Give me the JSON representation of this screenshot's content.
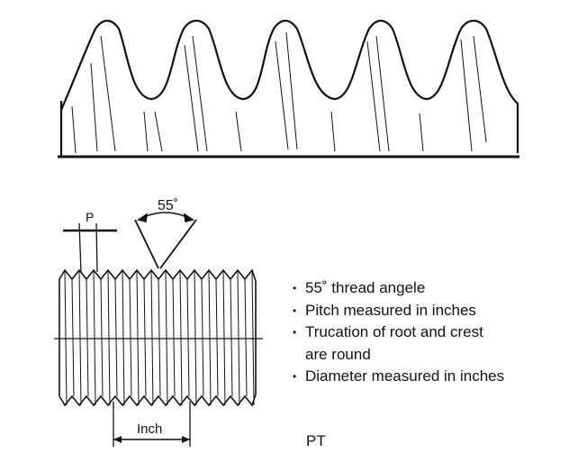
{
  "labels": {
    "pitch": "P",
    "angle": "55˚",
    "length": "Inch"
  },
  "features": [
    {
      "lines": [
        "55˚ thread angele"
      ]
    },
    {
      "lines": [
        "Pitch measured in inches"
      ]
    },
    {
      "lines": [
        "Trucation of root and crest",
        "are round"
      ]
    },
    {
      "lines": [
        "Diameter measured in inches"
      ]
    }
  ],
  "thread_type": "PT"
}
